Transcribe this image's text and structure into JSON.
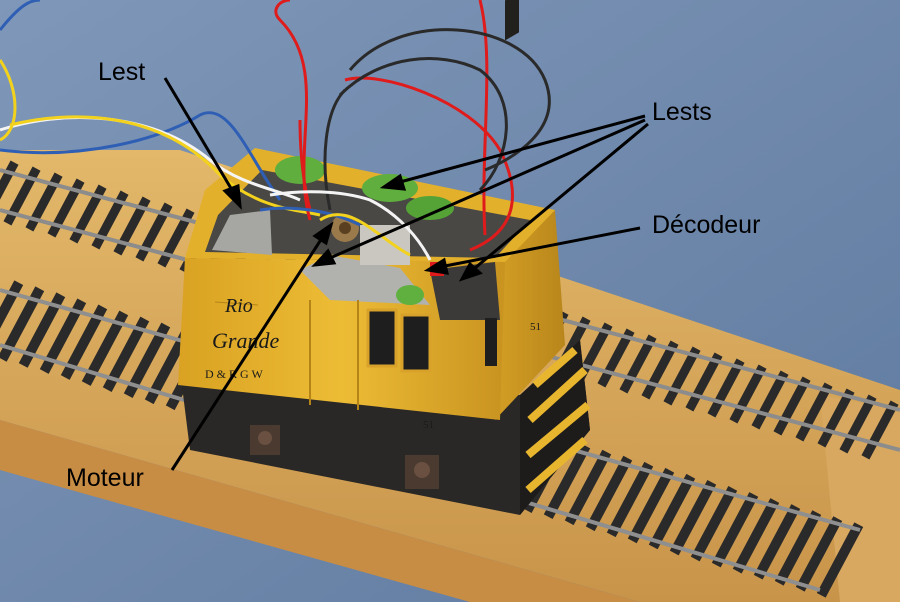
{
  "labels": {
    "lest": "Lest",
    "lests": "Lests",
    "decodeur": "Décodeur",
    "moteur": "Moteur"
  },
  "locomotive": {
    "side_script": [
      "Rio",
      "Grande"
    ],
    "reporting_mark": "D & R G W",
    "number": "51"
  },
  "colors": {
    "background": "#6f89ad",
    "body": "#e8b52e",
    "frame": "#2a2826",
    "ballast": "#5fae3e",
    "wire_red": "#e01b1b",
    "wire_black": "#2a2a2a",
    "wire_yellow": "#f2d21c",
    "wire_white": "#f4f4f4",
    "wire_blue": "#2f5fb4",
    "wood": "#d9a85a"
  }
}
